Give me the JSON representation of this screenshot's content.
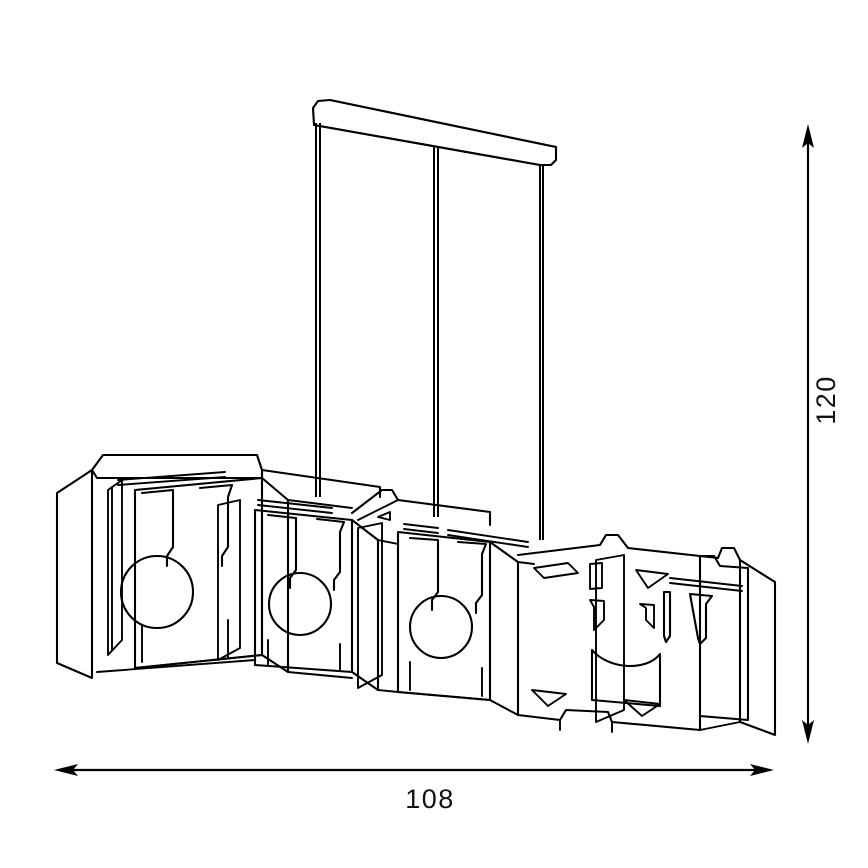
{
  "drawing": {
    "title": "Linear Pendant Light Technical Dimension Drawing",
    "product_type": "4-light linear cage pendant lamp",
    "view": "isometric line art",
    "background_color": "#ffffff",
    "line_color": "#000000",
    "label_color": "#111111"
  },
  "dimensions": {
    "height": {
      "value": "120",
      "label": "120",
      "orientation": "vertical",
      "position": "right",
      "arrow_style": "double-headed"
    },
    "width": {
      "value": "108",
      "label": "108",
      "orientation": "horizontal",
      "position": "bottom",
      "arrow_style": "double-headed"
    }
  },
  "fixture": {
    "canopy_label": "ceiling-mount-bar",
    "suspension_rod_count": 3,
    "cage_count": 4,
    "bulb_count": 4,
    "visible_bulb_count": 3
  }
}
